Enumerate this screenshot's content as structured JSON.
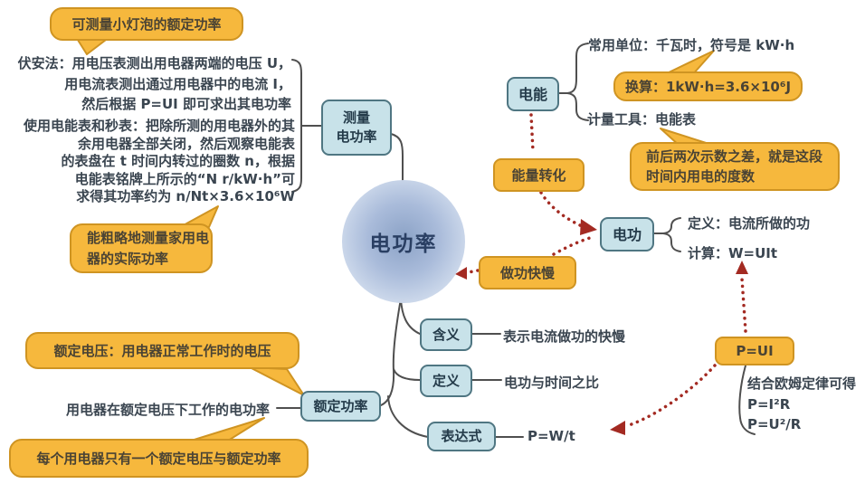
{
  "colors": {
    "node_yellow": "#f6b83d",
    "node_yellow_border": "#cf9422",
    "node_blue": "#c8e2e9",
    "node_blue_border": "#4f7682",
    "arrow_red": "#a32a22",
    "line_gray": "#4f4f4f"
  },
  "center": {
    "label": "电功率"
  },
  "measure": {
    "node_line1": "测量",
    "node_line2": "电功率",
    "callout_rated": "可测量小灯泡的额定功率",
    "voltammetry_lines": [
      "伏安法：用电压表测出用电器两端的电压 U，",
      "用电流表测出通过用电器中的电流 I，",
      "然后根据 P=UI 即可求出其电功率"
    ],
    "meter_lines": [
      "使用电能表和秒表：把除所测的用电器外的其",
      "余用电器全部关闭，然后观察电能表",
      "的表盘在 t 时间内转过的圈数 n，根据",
      "电能表铭牌上所示的“N r/kW·h”可",
      "求得其功率约为 n/Nt×3.6×10⁶W"
    ],
    "callout_rough_line1": "能粗略地测量家用电",
    "callout_rough_line2": "器的实际功率"
  },
  "energy": {
    "node": "电能",
    "common_unit": "常用单位：千瓦时，符号是 kW·h",
    "conversion": "换算：1kW·h=3.6×10⁶J",
    "measure_tool": "计量工具：电能表",
    "meter_diff_line1": "前后两次示数之差，就是这段",
    "meter_diff_line2": "时间内用电的度数",
    "convert_node": "能量转化"
  },
  "work": {
    "node": "电功",
    "definition": "定义：电流所做的功",
    "calculation": "计算：W=UIt",
    "speed_node": "做功快慢"
  },
  "meaning": {
    "node": "含义",
    "text": "表示电流做功的快慢"
  },
  "definition": {
    "node": "定义",
    "text": "电功与时间之比"
  },
  "expression": {
    "node": "表达式",
    "text": "P=W/t"
  },
  "formula": {
    "node": "P=UI",
    "derive_lines": [
      "结合欧姆定律可得",
      "P=I²R",
      "P=U²/R"
    ]
  },
  "rated": {
    "node": "额定功率",
    "callout_voltage": "额定电压：用电器正常工作时的电压",
    "text": "用电器在额定电压下工作的电功率",
    "callout_unique": "每个用电器只有一个额定电压与额定功率"
  }
}
